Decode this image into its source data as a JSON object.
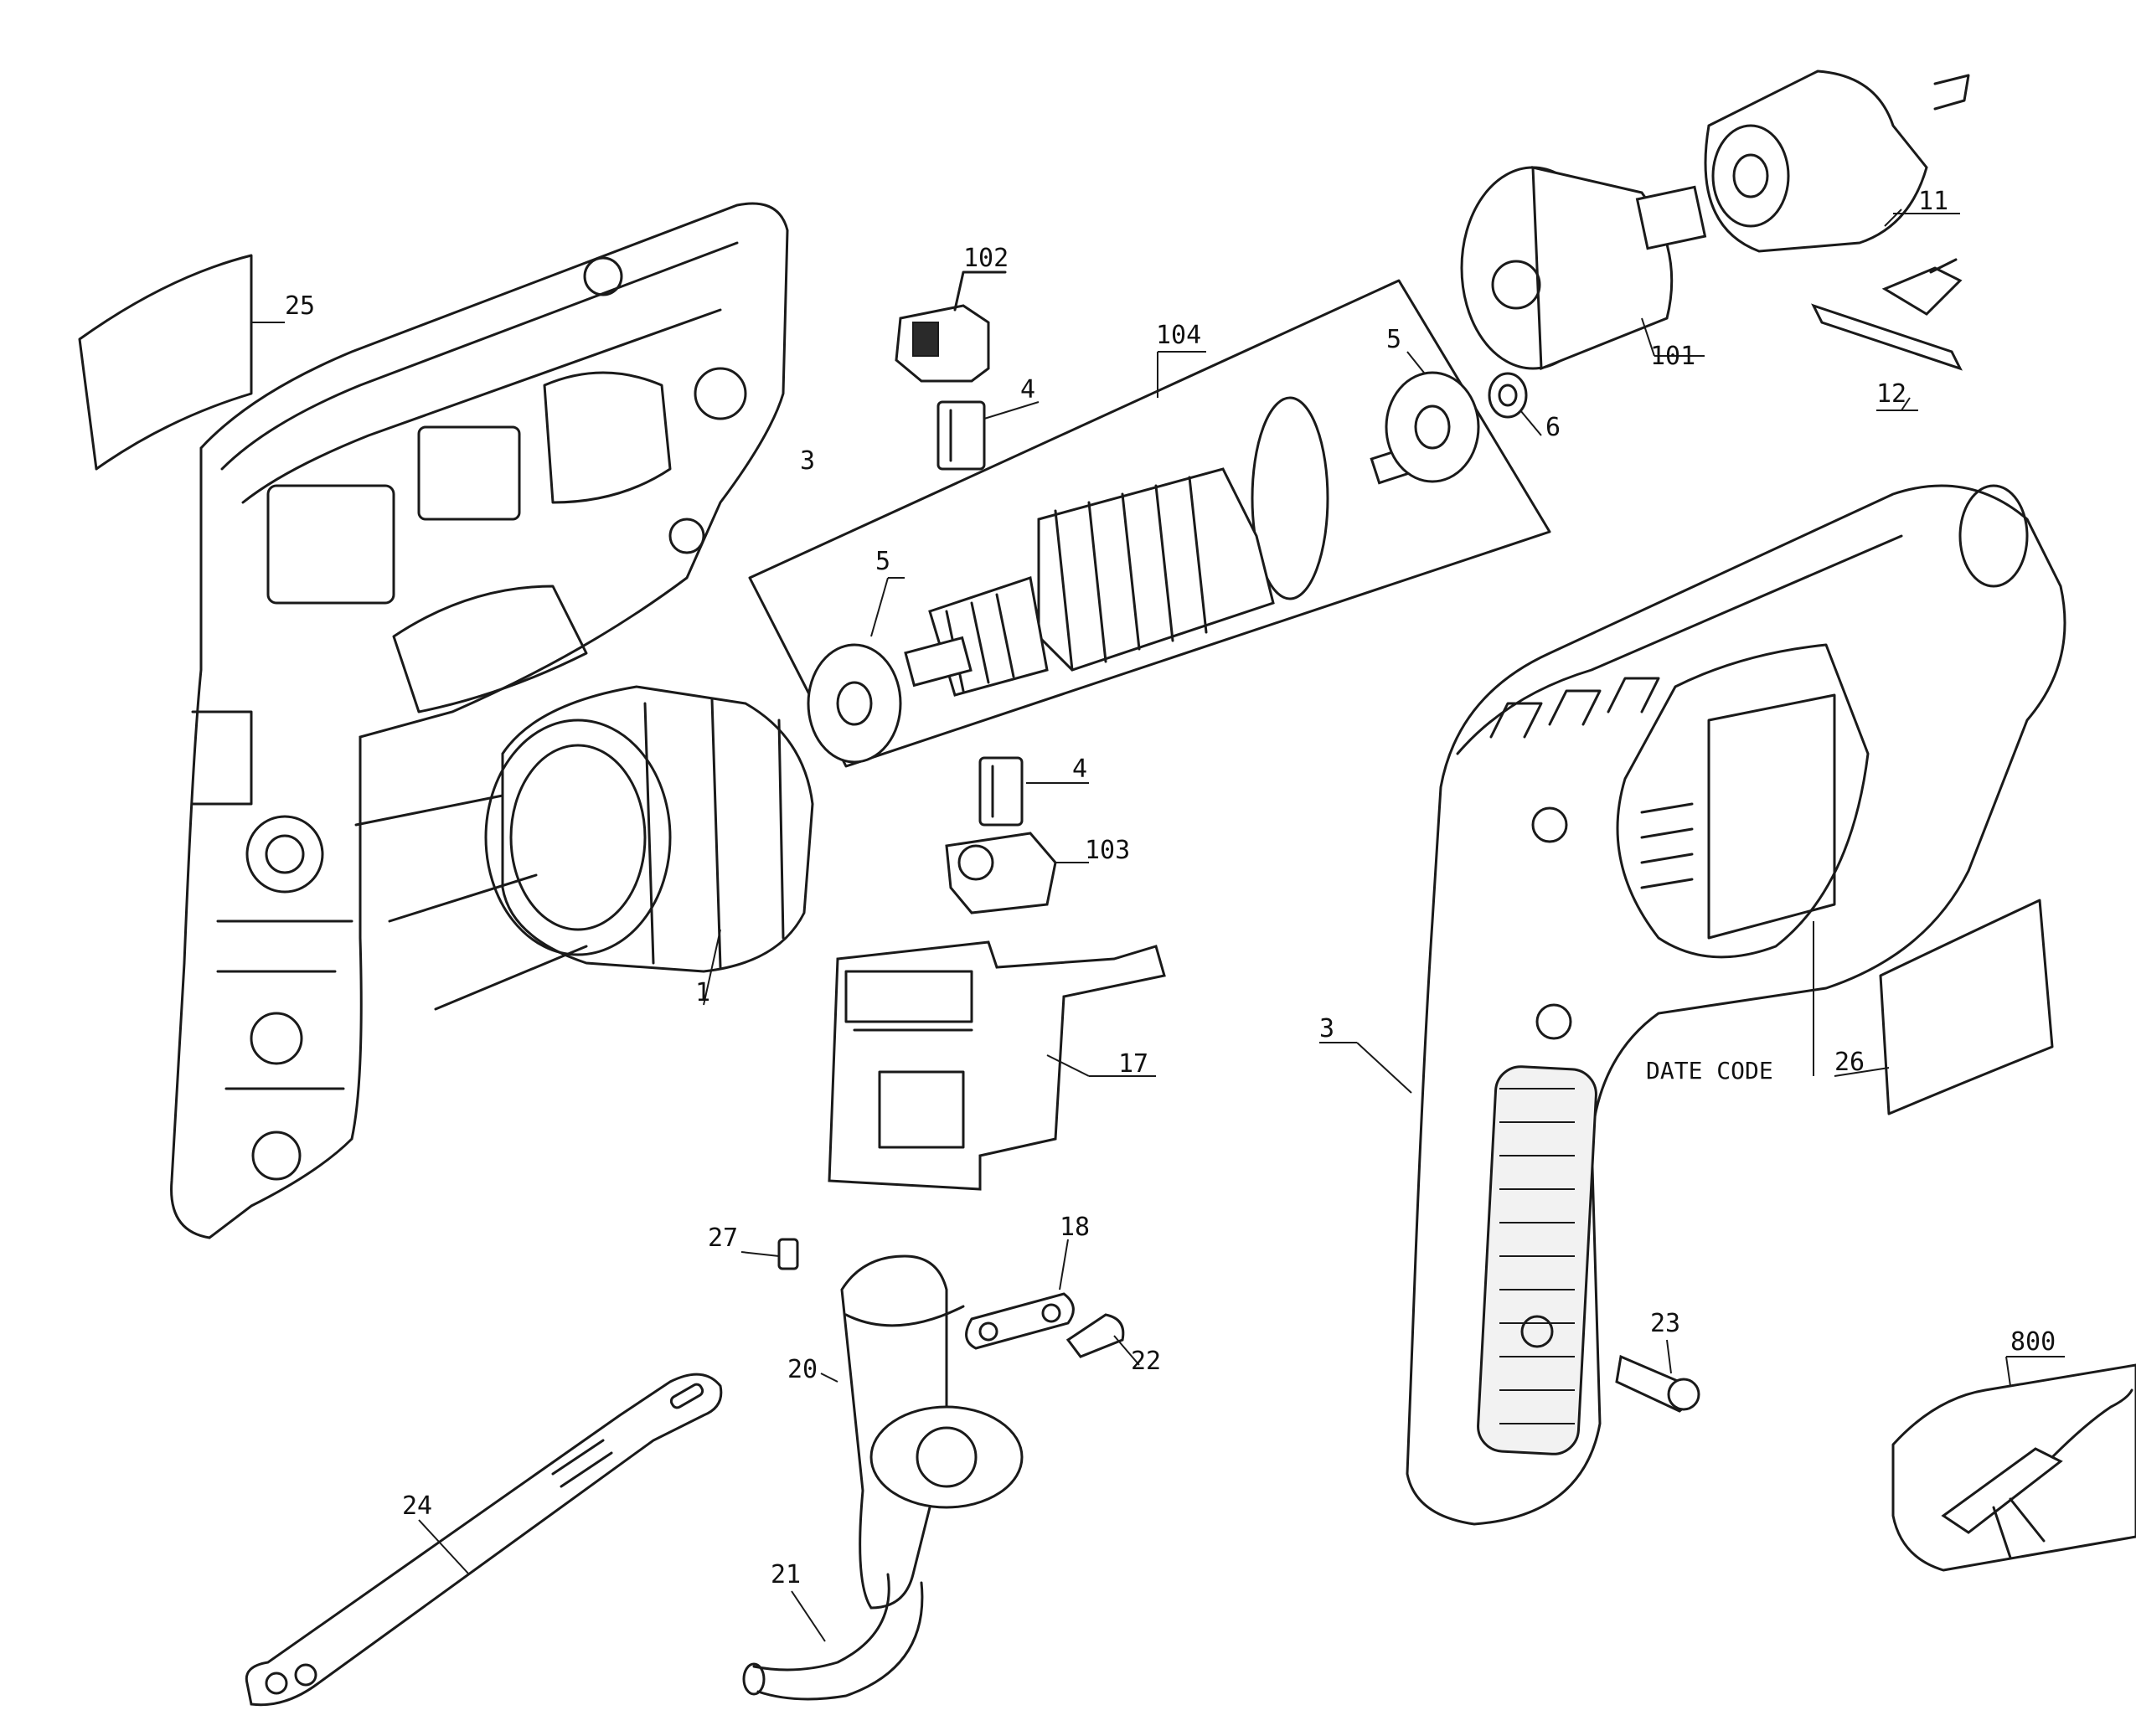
{
  "labels": {
    "p1": "1",
    "p3a": "3",
    "p3b": "3",
    "p4a": "4",
    "p4b": "4",
    "p5a": "5",
    "p5b": "5",
    "p6": "6",
    "p11": "11",
    "p12": "12",
    "p17": "17",
    "p18": "18",
    "p20": "20",
    "p21": "21",
    "p22": "22",
    "p23": "23",
    "p24": "24",
    "p25": "25",
    "p26": "26",
    "p27": "27",
    "p101": "101",
    "p102": "102",
    "p103": "103",
    "p104": "104",
    "p800": "800",
    "date_code": "DATE CODE"
  }
}
